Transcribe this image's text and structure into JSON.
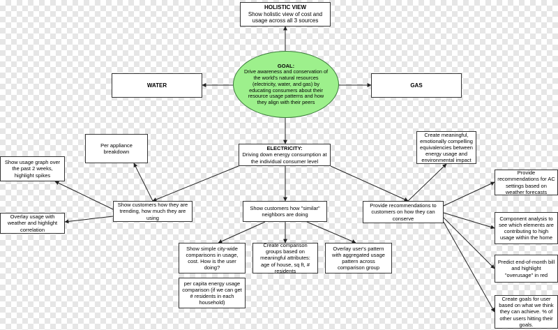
{
  "holistic": {
    "title": "HOLISTIC VIEW",
    "text": "Show holistic view of cost and usage across all 3 sources"
  },
  "goal": {
    "title": "GOAL:",
    "text": "Drive awareness and conservation of the world's natural resources (electricity, water, and gas) by educating consumers about their resource usage patterns and how they align with their peers"
  },
  "water": {
    "title": "WATER"
  },
  "gas": {
    "title": "GAS"
  },
  "electricity": {
    "title": "ELECTRICITY:",
    "text": "Driving down energy consumption at the individual consumer level"
  },
  "per_appliance": {
    "text": "Per appliance breakdown"
  },
  "equivalencies": {
    "text": "Create meaningful, emotionally compelling equivalencies between energy usage and environmental impact"
  },
  "usage_graph": {
    "text": "Show usage graph over the past 2 weeks, highlight spikes"
  },
  "overlay_weather": {
    "text": "Overlay usage with weather and highlight correlation"
  },
  "trending": {
    "text": "Show customers how they are trending, how much they are using"
  },
  "similar": {
    "text": "Show customers how \"similar\" neighbors are doing"
  },
  "recommendations": {
    "text": "Provide recommendations to customers on how they can conserve"
  },
  "city_wide": {
    "text": "Show simple city-wide comparisons in usage, cost. How is the user doing?"
  },
  "comparison_groups": {
    "text": "Create comparison groups based on meaningful attributes: age of house, sq ft, # residents"
  },
  "overlay_pattern": {
    "text": "Overlay user's pattern with aggregated usage pattern across comparison group"
  },
  "per_capita": {
    "text": "per capita energy usage comparison (if we can get # residents in each household)"
  },
  "ac_settings": {
    "text": "Provide recommendations for AC settings based on weather forecasts"
  },
  "component_analysis": {
    "text": "Component analysis to see which elements are contributing to high usage within the home"
  },
  "predict_bill": {
    "text": "Predict end-of-month bill and highlight \"overusage\" in red"
  },
  "goals": {
    "text": "Create goals for user based on what we think they can achieve. % of other users hitting their goals."
  }
}
